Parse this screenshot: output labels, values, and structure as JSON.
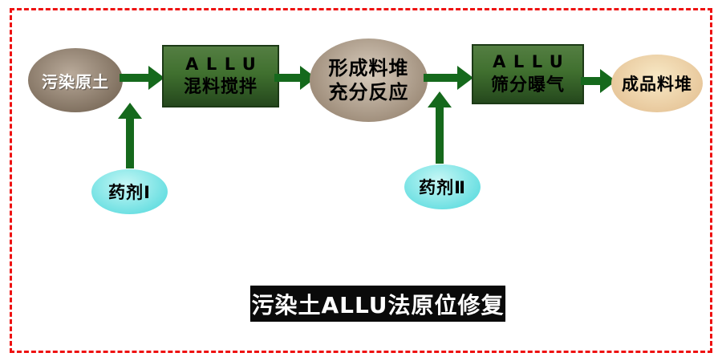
{
  "diagram_title": "污染土ALLU法原位修复",
  "nodes": {
    "source": {
      "label": "污染原土"
    },
    "mix": {
      "line1": "ALLU",
      "line2": "混料搅拌"
    },
    "pile": {
      "line1": "形成料堆",
      "line2": "充分反应"
    },
    "screen": {
      "line1": "ALLU",
      "line2": "筛分曝气"
    },
    "product": {
      "label": "成品料堆"
    },
    "reagent1": {
      "label": "药剂Ⅰ"
    },
    "reagent2": {
      "label": "药剂Ⅱ"
    }
  },
  "colors": {
    "frame_red": "#ee1111",
    "arrow_green": "#15691c",
    "box_green": "#40702f",
    "box_green_dark": "#25481d",
    "source_light": "#b9aa9a",
    "source_dark": "#6e5e4d",
    "pile_light": "#d8ccbd",
    "pile_dark": "#8d7a66",
    "product_light": "#f8e9c6",
    "product_dark": "#e2bc8d",
    "cyan_light": "#c6f7f5",
    "cyan_dark": "#4fd8dc",
    "title_bg": "#0a0a0a",
    "title_text": "#ffffff",
    "source_text": "#ffffff",
    "node_text": "#000000"
  }
}
